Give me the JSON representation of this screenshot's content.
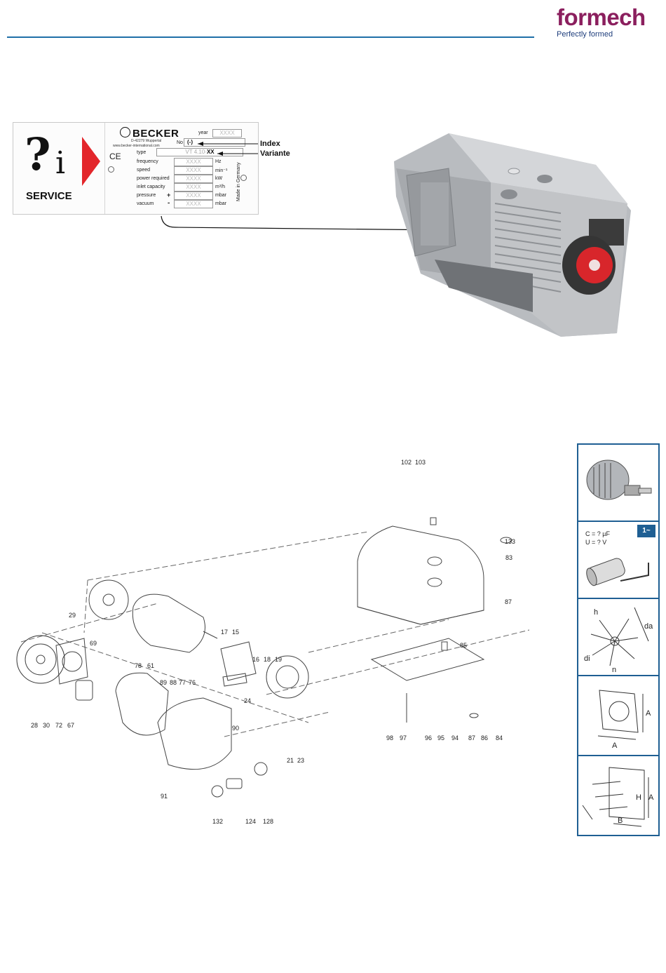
{
  "header": {
    "brand": "formech",
    "tagline": "Perfectly formed",
    "colors": {
      "brand_magenta": "#8b1f5e",
      "brand_blue": "#1e3d7b",
      "rule": "#1f6fa8"
    }
  },
  "service_plate": {
    "service_label": "SERVICE",
    "manufacturer": "BECKER",
    "address": "D-42279 Wuppertal",
    "website": "www.becker-international.com",
    "ce_mark": "CE",
    "fields": {
      "year": "year",
      "no": "No",
      "no_value": "(-)",
      "type": "type",
      "type_value_prefix": "VT 4.10-",
      "type_value_suffix": "XX",
      "frequency": "frequency",
      "speed": "speed",
      "power_required": "power required",
      "inlet_capacity": "inlet capacity",
      "pressure": "pressure",
      "vacuum": "vacuum"
    },
    "placeholder": "XXXX",
    "units": {
      "frequency": "Hz",
      "speed": "min⁻¹",
      "power_required": "kW",
      "inlet_capacity": "m³/h",
      "pressure": "mbar",
      "vacuum": "mbar"
    },
    "signs": {
      "pressure": "+",
      "vacuum": "-"
    },
    "made_in": "Made in Germany",
    "callouts": {
      "index": "Index",
      "variante": "Variante"
    }
  },
  "exploded_view": {
    "part_numbers": {
      "p29": "29",
      "p69": "69",
      "p28": "28",
      "p30": "30",
      "p72": "72",
      "p67": "67",
      "p78": "78",
      "p61": "61",
      "p89": "89",
      "p88": "88",
      "p77": "77",
      "p76": "76",
      "p17": "17",
      "p15": "15",
      "p16": "16",
      "p18": "18",
      "p19": "19",
      "p24": "24",
      "p21": "21",
      "p23": "23",
      "p90": "90",
      "p91": "91",
      "p132": "132",
      "p124": "124",
      "p128": "128",
      "p102": "102",
      "p103": "103",
      "p133": "133",
      "p83": "83",
      "p87a": "87",
      "p85a": "85",
      "p98": "98",
      "p97": "97",
      "p96": "96",
      "p95": "95",
      "p94": "94",
      "p87b": "87",
      "p86": "86",
      "p84": "84"
    }
  },
  "side_panel": {
    "capacitor_c": "C = ? µF",
    "capacitor_u": "U = ? V",
    "phase_badge": "1~",
    "fan_labels": {
      "h": "h",
      "da": "da",
      "di": "di",
      "n": "n"
    },
    "flange_labels": {
      "a1": "A",
      "a2": "A"
    },
    "terminal_labels": {
      "h": "H",
      "a": "A",
      "b": "B"
    },
    "accent": "#1f5f93"
  }
}
